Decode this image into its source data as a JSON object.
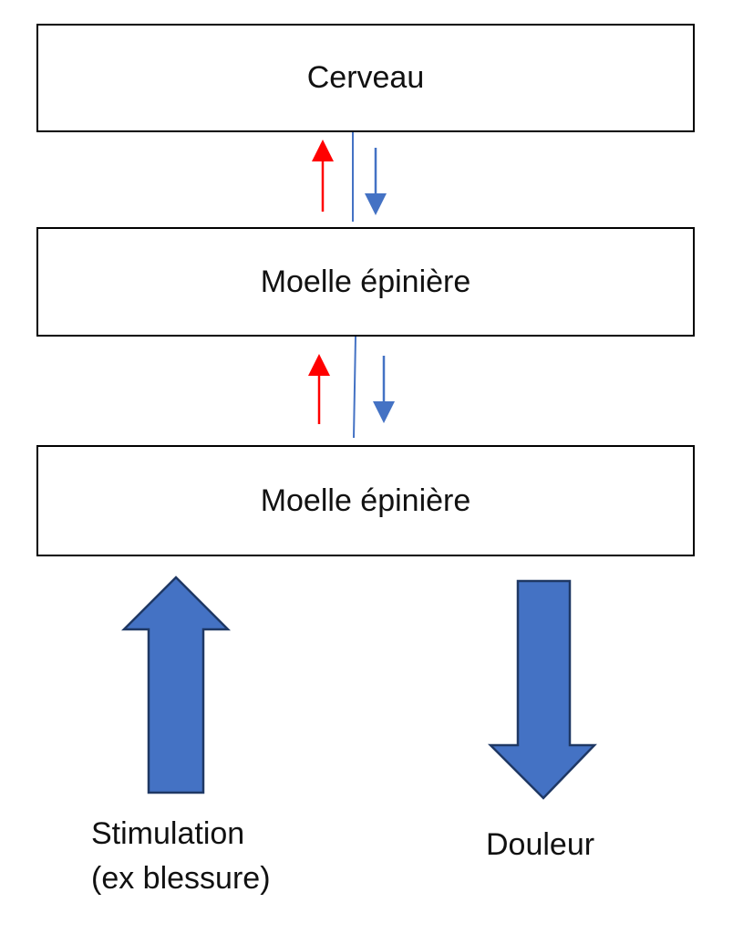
{
  "diagram": {
    "boxes": {
      "brain": "Cerveau",
      "spine_upper": "Moelle épinière",
      "spine_lower": "Moelle épinière"
    },
    "captions": {
      "stimulation_line1": "Stimulation",
      "stimulation_line2": "(ex blessure)",
      "pain": "Douleur"
    },
    "colors": {
      "ascending_signal": "#ff0000",
      "descending_signal": "#4472c4",
      "big_arrow_fill": "#4472c4",
      "big_arrow_outline": "#1f3864",
      "box_border": "#000000"
    }
  }
}
